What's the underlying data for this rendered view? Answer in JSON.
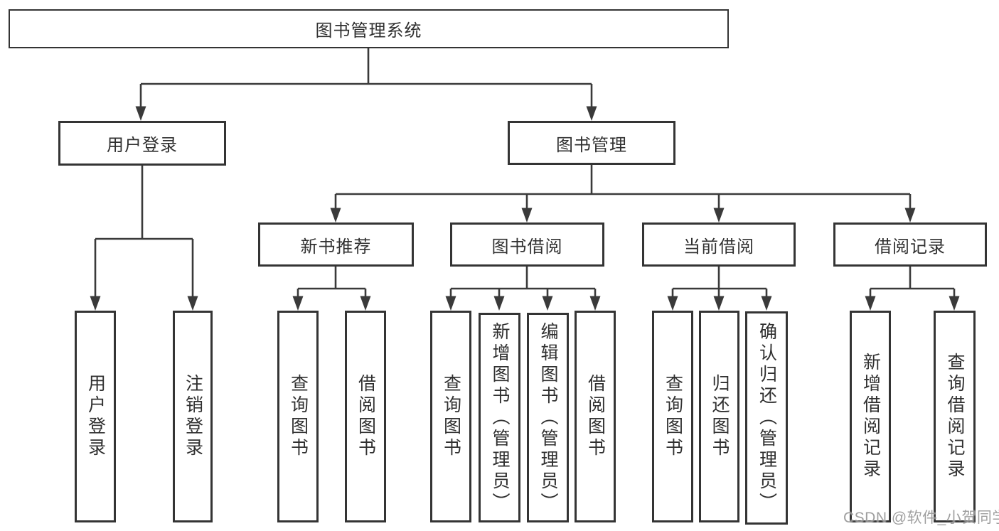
{
  "tree": {
    "root": "图书管理系统",
    "branches": [
      {
        "label": "用户登录",
        "children": [
          "用户登录",
          "注销登录"
        ]
      },
      {
        "label": "图书管理",
        "groups": [
          {
            "label": "新书推荐",
            "children": [
              "查询图书",
              "借阅图书"
            ]
          },
          {
            "label": "图书借阅",
            "children": [
              "查询图书",
              "新增图书（管理员）",
              "编辑图书（管理员）",
              "借阅图书"
            ]
          },
          {
            "label": "当前借阅",
            "children": [
              "查询图书",
              "归还图书",
              "确认归还（管理员）"
            ]
          },
          {
            "label": "借阅记录",
            "children": [
              "新增借阅记录",
              "查询借阅记录"
            ]
          }
        ]
      }
    ]
  },
  "watermark": "CSDN @软件_小贺同学",
  "colors": {
    "background": "#ffffff",
    "box_border": "#343434",
    "connector_line": "#3a3a3a",
    "text": "#303030",
    "watermark_text": "#8e8e8e"
  }
}
